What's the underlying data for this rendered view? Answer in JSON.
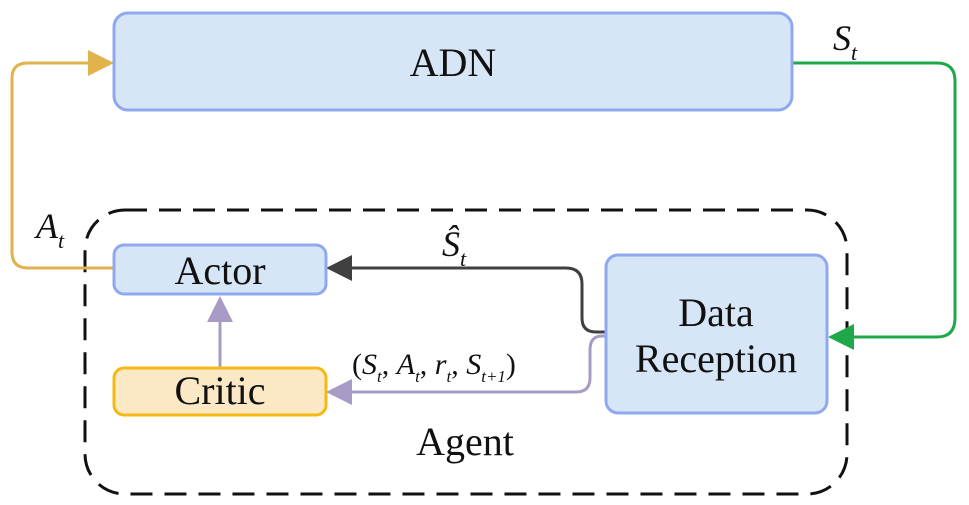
{
  "nodes": {
    "adn": "ADN",
    "actor": "Actor",
    "critic": "Critic",
    "data_reception_line1": "Data",
    "data_reception_line2": "Reception",
    "agent": "Agent"
  },
  "edges": {
    "state": {
      "symbol": "S",
      "subscript": "t"
    },
    "action": {
      "symbol": "A",
      "subscript": "t"
    },
    "state_estimate": {
      "symbol": "Ŝ",
      "subscript": "t"
    },
    "transition": {
      "open": "(",
      "s": "S",
      "s_sub": "t",
      "sep1": ", ",
      "a": "A",
      "a_sub": "t",
      "sep2": ", ",
      "r": "r",
      "r_sub": "t",
      "sep3": ", ",
      "s_next": "S",
      "s_next_sub": "t+1",
      "close": ")"
    }
  },
  "colors": {
    "box_fill": "#d6e6f7",
    "box_stroke": "#8fa8f0",
    "critic_fill": "#fbe8c4",
    "critic_stroke": "#f5b914",
    "action_arrow": "#e2b34c",
    "state_arrow": "#1fa84a",
    "state_estimate_arrow": "#404040",
    "transition_arrow": "#a89cc6",
    "agent_border": "#111111"
  }
}
